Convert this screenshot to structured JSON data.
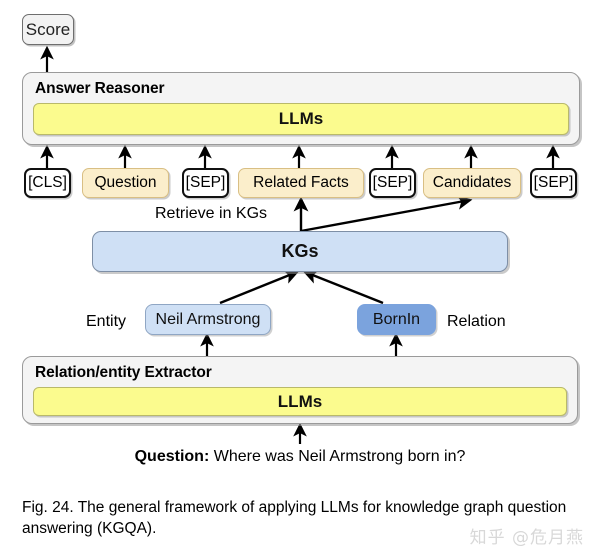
{
  "figure": {
    "score": {
      "label": "Score"
    },
    "answer_reasoner": {
      "title": "Answer Reasoner",
      "model_label": "LLMs"
    },
    "tokens": [
      {
        "label": "[CLS]",
        "kind": "special"
      },
      {
        "label": "Question",
        "kind": "slot"
      },
      {
        "label": "[SEP]",
        "kind": "special"
      },
      {
        "label": "Related Facts",
        "kind": "slot"
      },
      {
        "label": "[SEP]",
        "kind": "special"
      },
      {
        "label": "Candidates",
        "kind": "slot"
      },
      {
        "label": "[SEP]",
        "kind": "special"
      }
    ],
    "retrieve_label": "Retrieve in KGs",
    "kgs": {
      "label": "KGs"
    },
    "entity": {
      "side_label": "Entity",
      "value": "Neil Armstrong"
    },
    "relation": {
      "side_label": "Relation",
      "value": "BornIn"
    },
    "extractor": {
      "title": "Relation/entity Extractor",
      "model_label": "LLMs"
    },
    "question": {
      "prefix": "Question:",
      "text": " Where was Neil Armstrong born in?"
    },
    "caption": "Fig. 24. The general framework of applying LLMs for knowledge graph question answering (KGQA).",
    "watermark": "知乎 @危月燕",
    "colors": {
      "llm_yellow": "#fbfb8e",
      "slot_beige": "#fbeecb",
      "kg_blue": "#cfe0f5",
      "relation_blue": "#7ba3dd",
      "panel_gray": "#f4f4f4",
      "stroke_black": "#111111"
    }
  }
}
